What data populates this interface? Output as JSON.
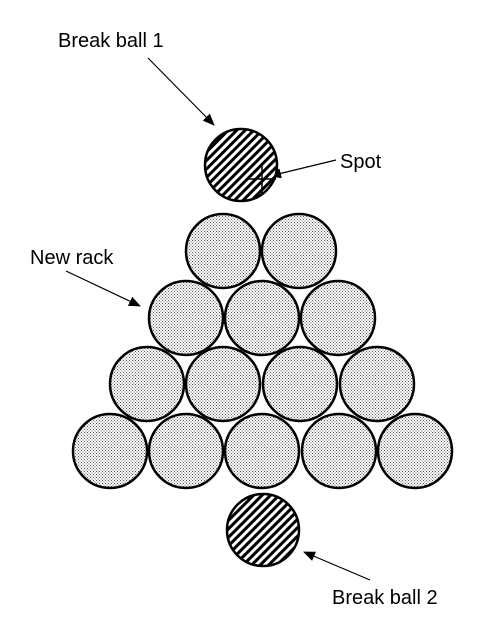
{
  "labels": {
    "break_ball_1": "Break ball 1",
    "spot": "Spot",
    "new_rack": "New rack",
    "break_ball_2": "Break ball 2"
  },
  "rack": {
    "rows": [
      2,
      3,
      4,
      5
    ],
    "ball_count": 14
  },
  "colors": {
    "ball_fill": "#d4d4d4",
    "stroke": "#000000",
    "hatch": "#000000",
    "background": "#ffffff"
  }
}
